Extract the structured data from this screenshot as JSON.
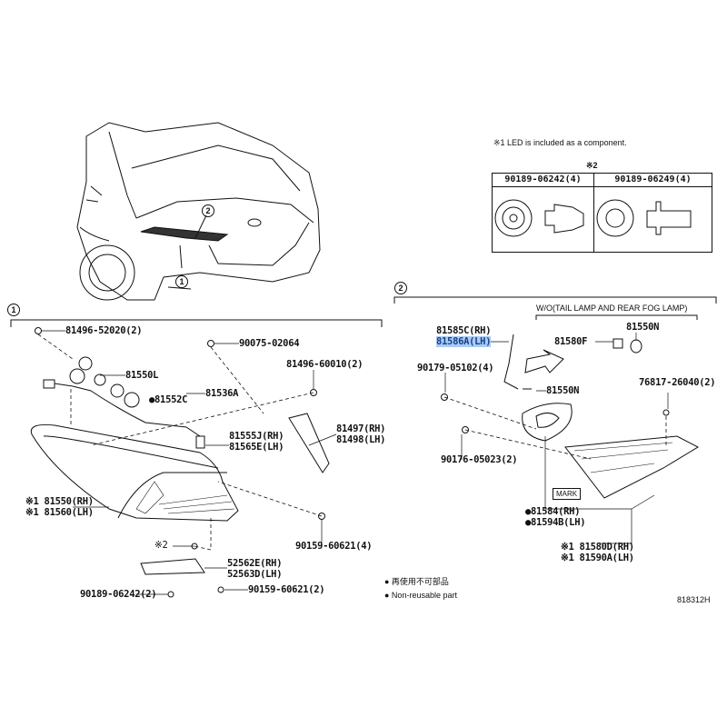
{
  "notes": {
    "led_note": "※1 LED is included as a component.",
    "mark2": "※2",
    "table_headers": [
      "90189-06242(4)",
      "90189-06249(4)"
    ]
  },
  "sections": {
    "one": "1",
    "two": "2",
    "wo_label": "W/O(TAIL LAMP AND REAR FOG LAMP)"
  },
  "car_callouts": [
    "2",
    "1"
  ],
  "left_parts": {
    "p1": "81496-52020(2)",
    "p2": "90075-02064",
    "p3": "81496-60010(2)",
    "p4": "81550L",
    "p5": "81536A",
    "p6": "●81552C",
    "p7a": "81555J(RH)",
    "p7b": "81565E(LH)",
    "p8a": "81497(RH)",
    "p8b": "81498(LH)",
    "p9a": "※1 81550(RH)",
    "p9b": "※1 81560(LH)",
    "p10": "90159-60621(4)",
    "p11": "※2",
    "p12a": "52562E(RH)",
    "p12b": "52563D(LH)",
    "p13": "90159-60621(2)",
    "p14": "90189-06242(2)"
  },
  "right_parts": {
    "r1a": "81585C(RH)",
    "r1b": "81586A(LH)",
    "r2": "81550N",
    "r3": "81580F",
    "r4": "90179-05102(4)",
    "r5": "81550N",
    "r6": "76817-26040(2)",
    "r7": "90176-05023(2)",
    "mark": "MARK",
    "r8a": "●81584(RH)",
    "r8b": "●81594B(LH)",
    "r9a": "※1 81580D(RH)",
    "r9b": "※1 81590A(LH)"
  },
  "legend": {
    "jp": "● 再使用不可部品",
    "en": "● Non-reusable part"
  },
  "diagram_id": "818312H",
  "colors": {
    "highlight": "#a9cdf3",
    "ink": "#111111"
  }
}
